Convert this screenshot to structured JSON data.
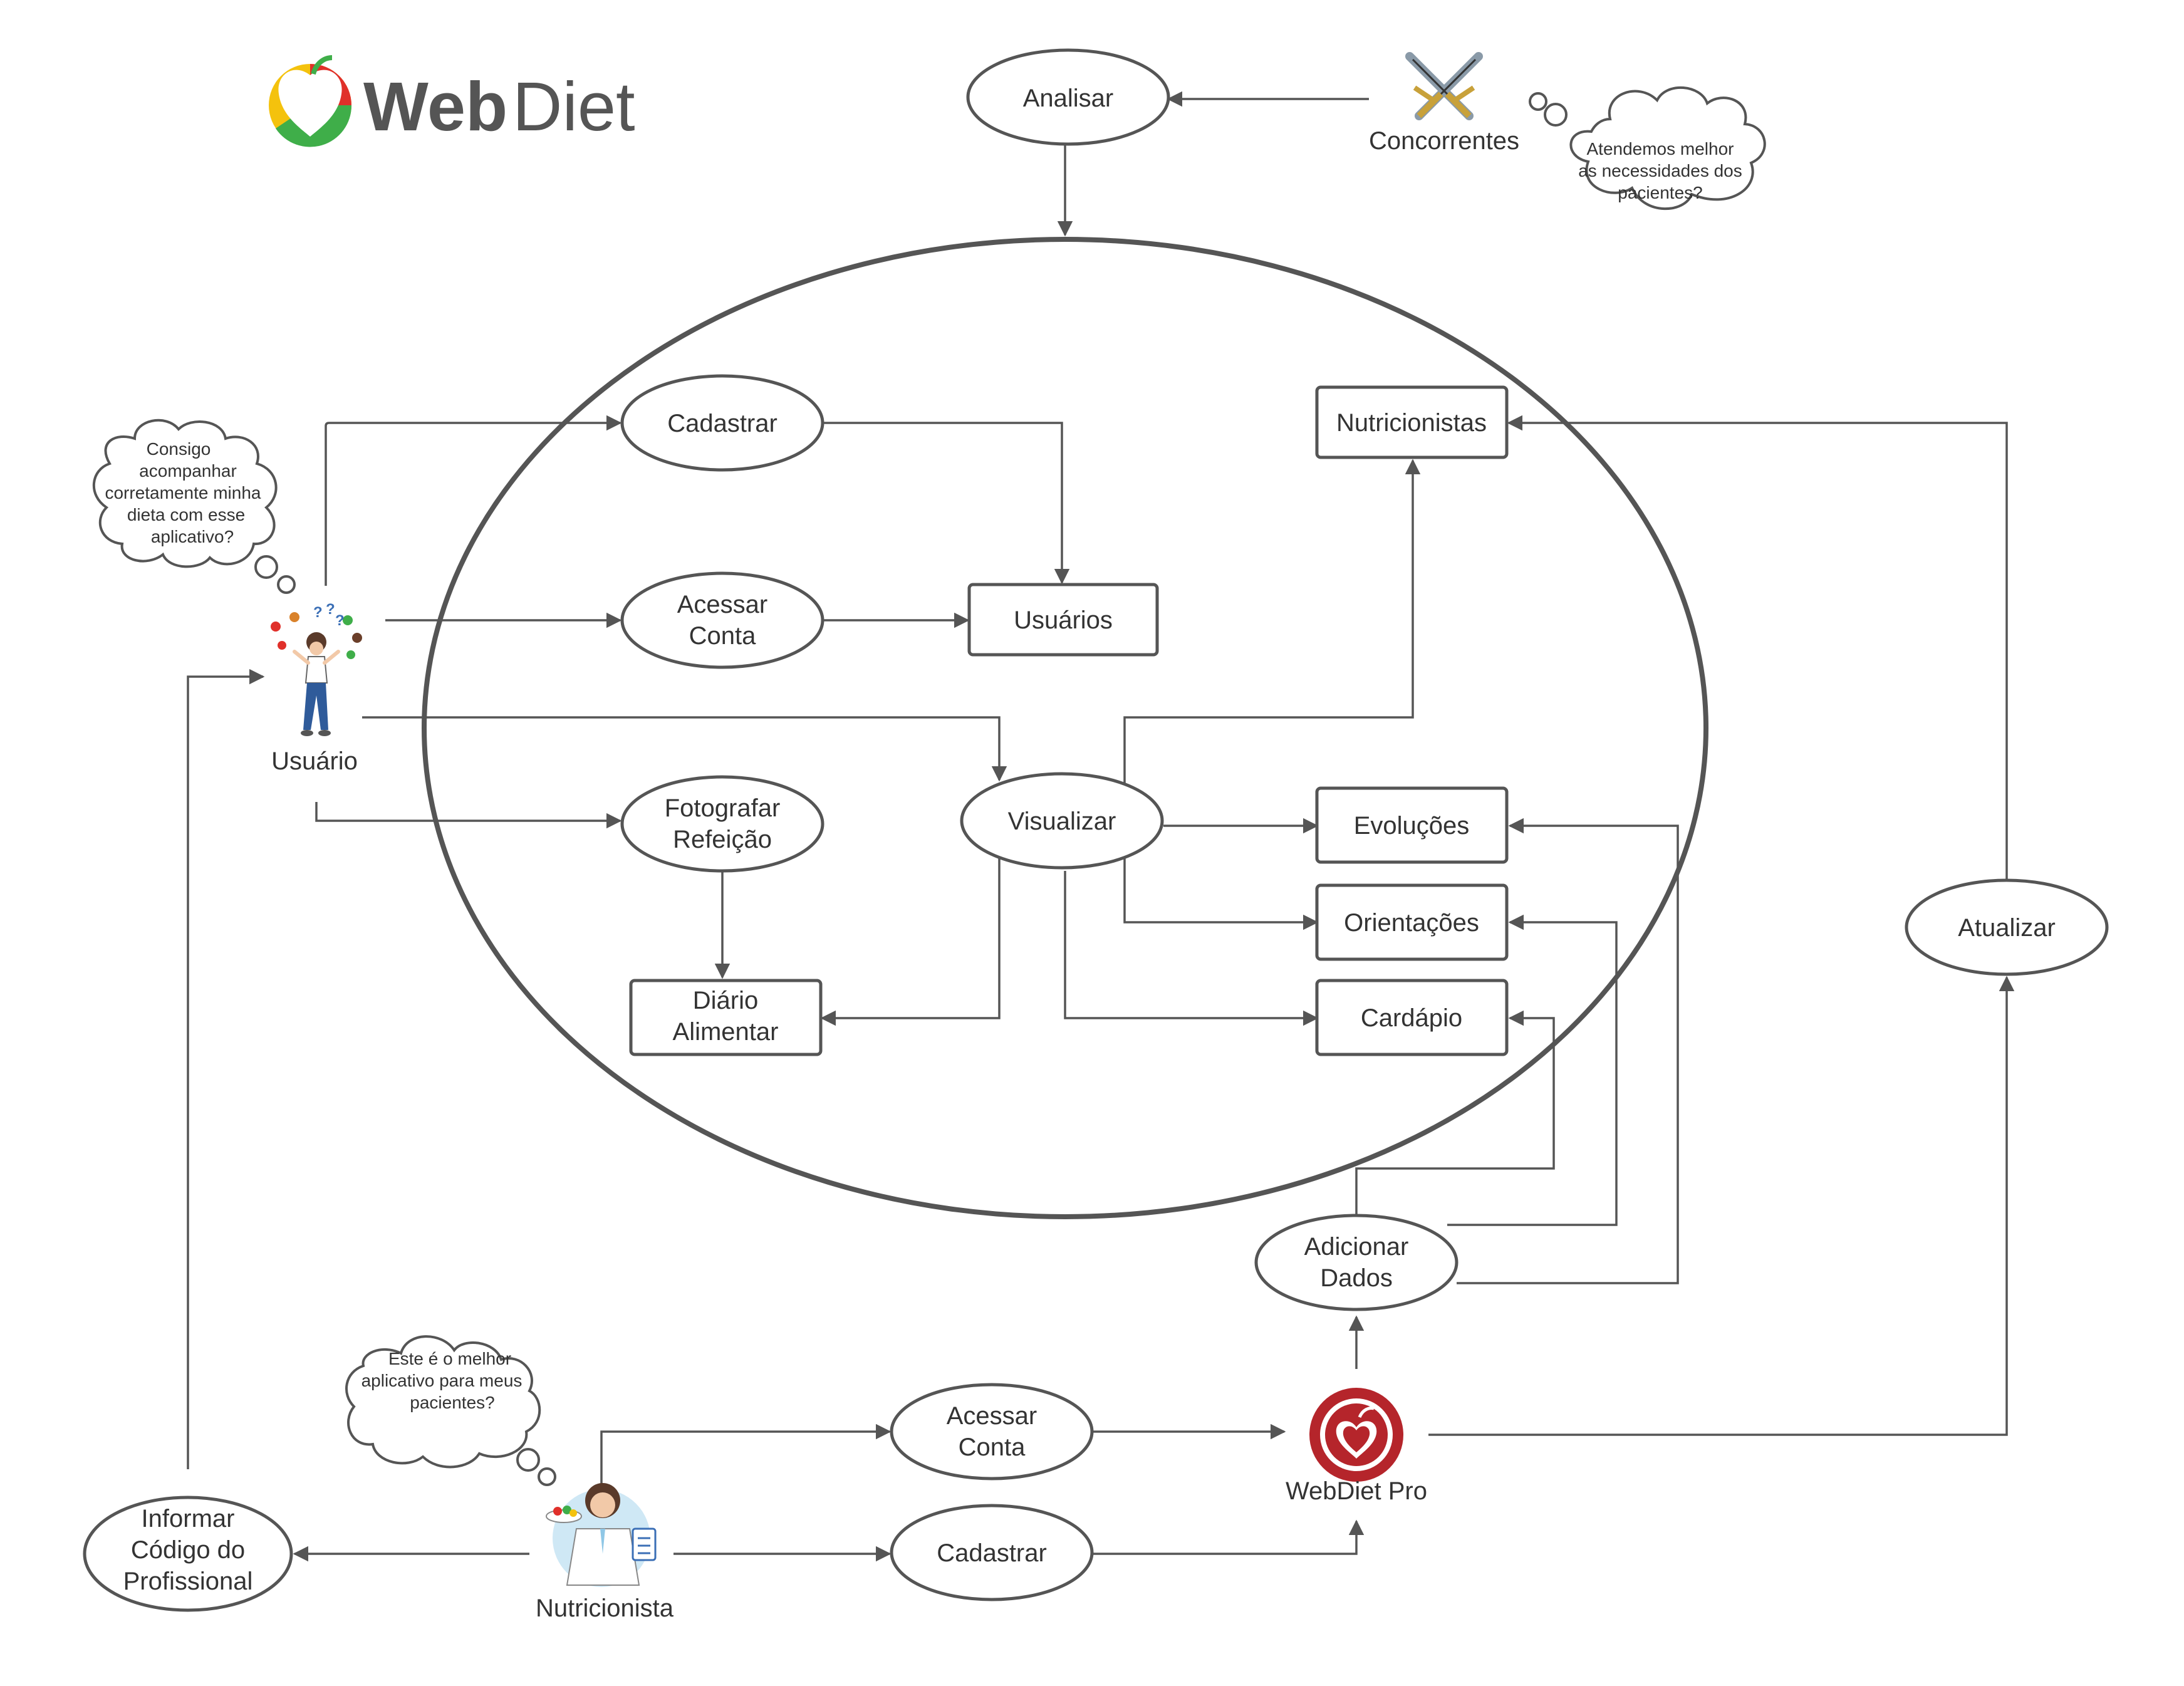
{
  "logo": {
    "part1": "Web",
    "part2": "Diet"
  },
  "colors": {
    "stroke": "#555555",
    "text": "#333333",
    "brand_red": "#b5252b",
    "logo_red": "#e0302a",
    "logo_green": "#3fae49",
    "logo_yellow": "#f4c20d"
  },
  "icons": {
    "competitors": "crossed-swords-icon",
    "user": "woman-juggling-food-icon",
    "nutritionist": "doctor-with-food-icon",
    "webdiet_pro": "red-apple-heart-logo-icon"
  },
  "nodes": {
    "analisar": "Analisar",
    "cadastrar_user": "Cadastrar",
    "acessar_conta_user": [
      "Acessar",
      "Conta"
    ],
    "fotografar": [
      "Fotografar",
      "Refeição"
    ],
    "diario": [
      "Diário",
      "Alimentar"
    ],
    "usuarios": "Usuários",
    "visualizar": "Visualizar",
    "nutricionistas": "Nutricionistas",
    "evolucoes": "Evoluções",
    "orientacoes": "Orientações",
    "cardapio": "Cardápio",
    "atualizar": "Atualizar",
    "adicionar_dados": [
      "Adicionar",
      "Dados"
    ],
    "acessar_conta_nutri": [
      "Acessar",
      "Conta"
    ],
    "cadastrar_nutri": "Cadastrar",
    "informar_codigo": [
      "Informar",
      "Código do",
      "Profissional"
    ]
  },
  "actors": {
    "concorrentes": "Concorrentes",
    "usuario": "Usuário",
    "nutricionista": "Nutricionista",
    "webdiet_pro": "WebDiet Pro"
  },
  "thoughts": {
    "concorrentes": [
      "Atendemos melhor",
      "as necessidades dos",
      "pacientes?"
    ],
    "usuario": [
      "Consigo",
      "acompanhar",
      "corretamente minha",
      "dieta com esse",
      "aplicativo?"
    ],
    "nutricionista": [
      "Este é o melhor",
      "aplicativo para meus",
      "pacientes?"
    ]
  }
}
